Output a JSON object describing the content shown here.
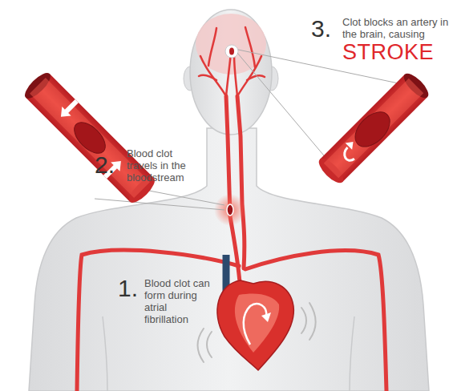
{
  "diagram": {
    "labels": [
      "3.",
      "Clot blocks an artery in the brain, causing",
      "STROKE",
      "2.",
      "Blood clot travels in the bloodstream",
      "1.",
      "Blood clot can form during atrial fibrillation"
    ]
  }
}
